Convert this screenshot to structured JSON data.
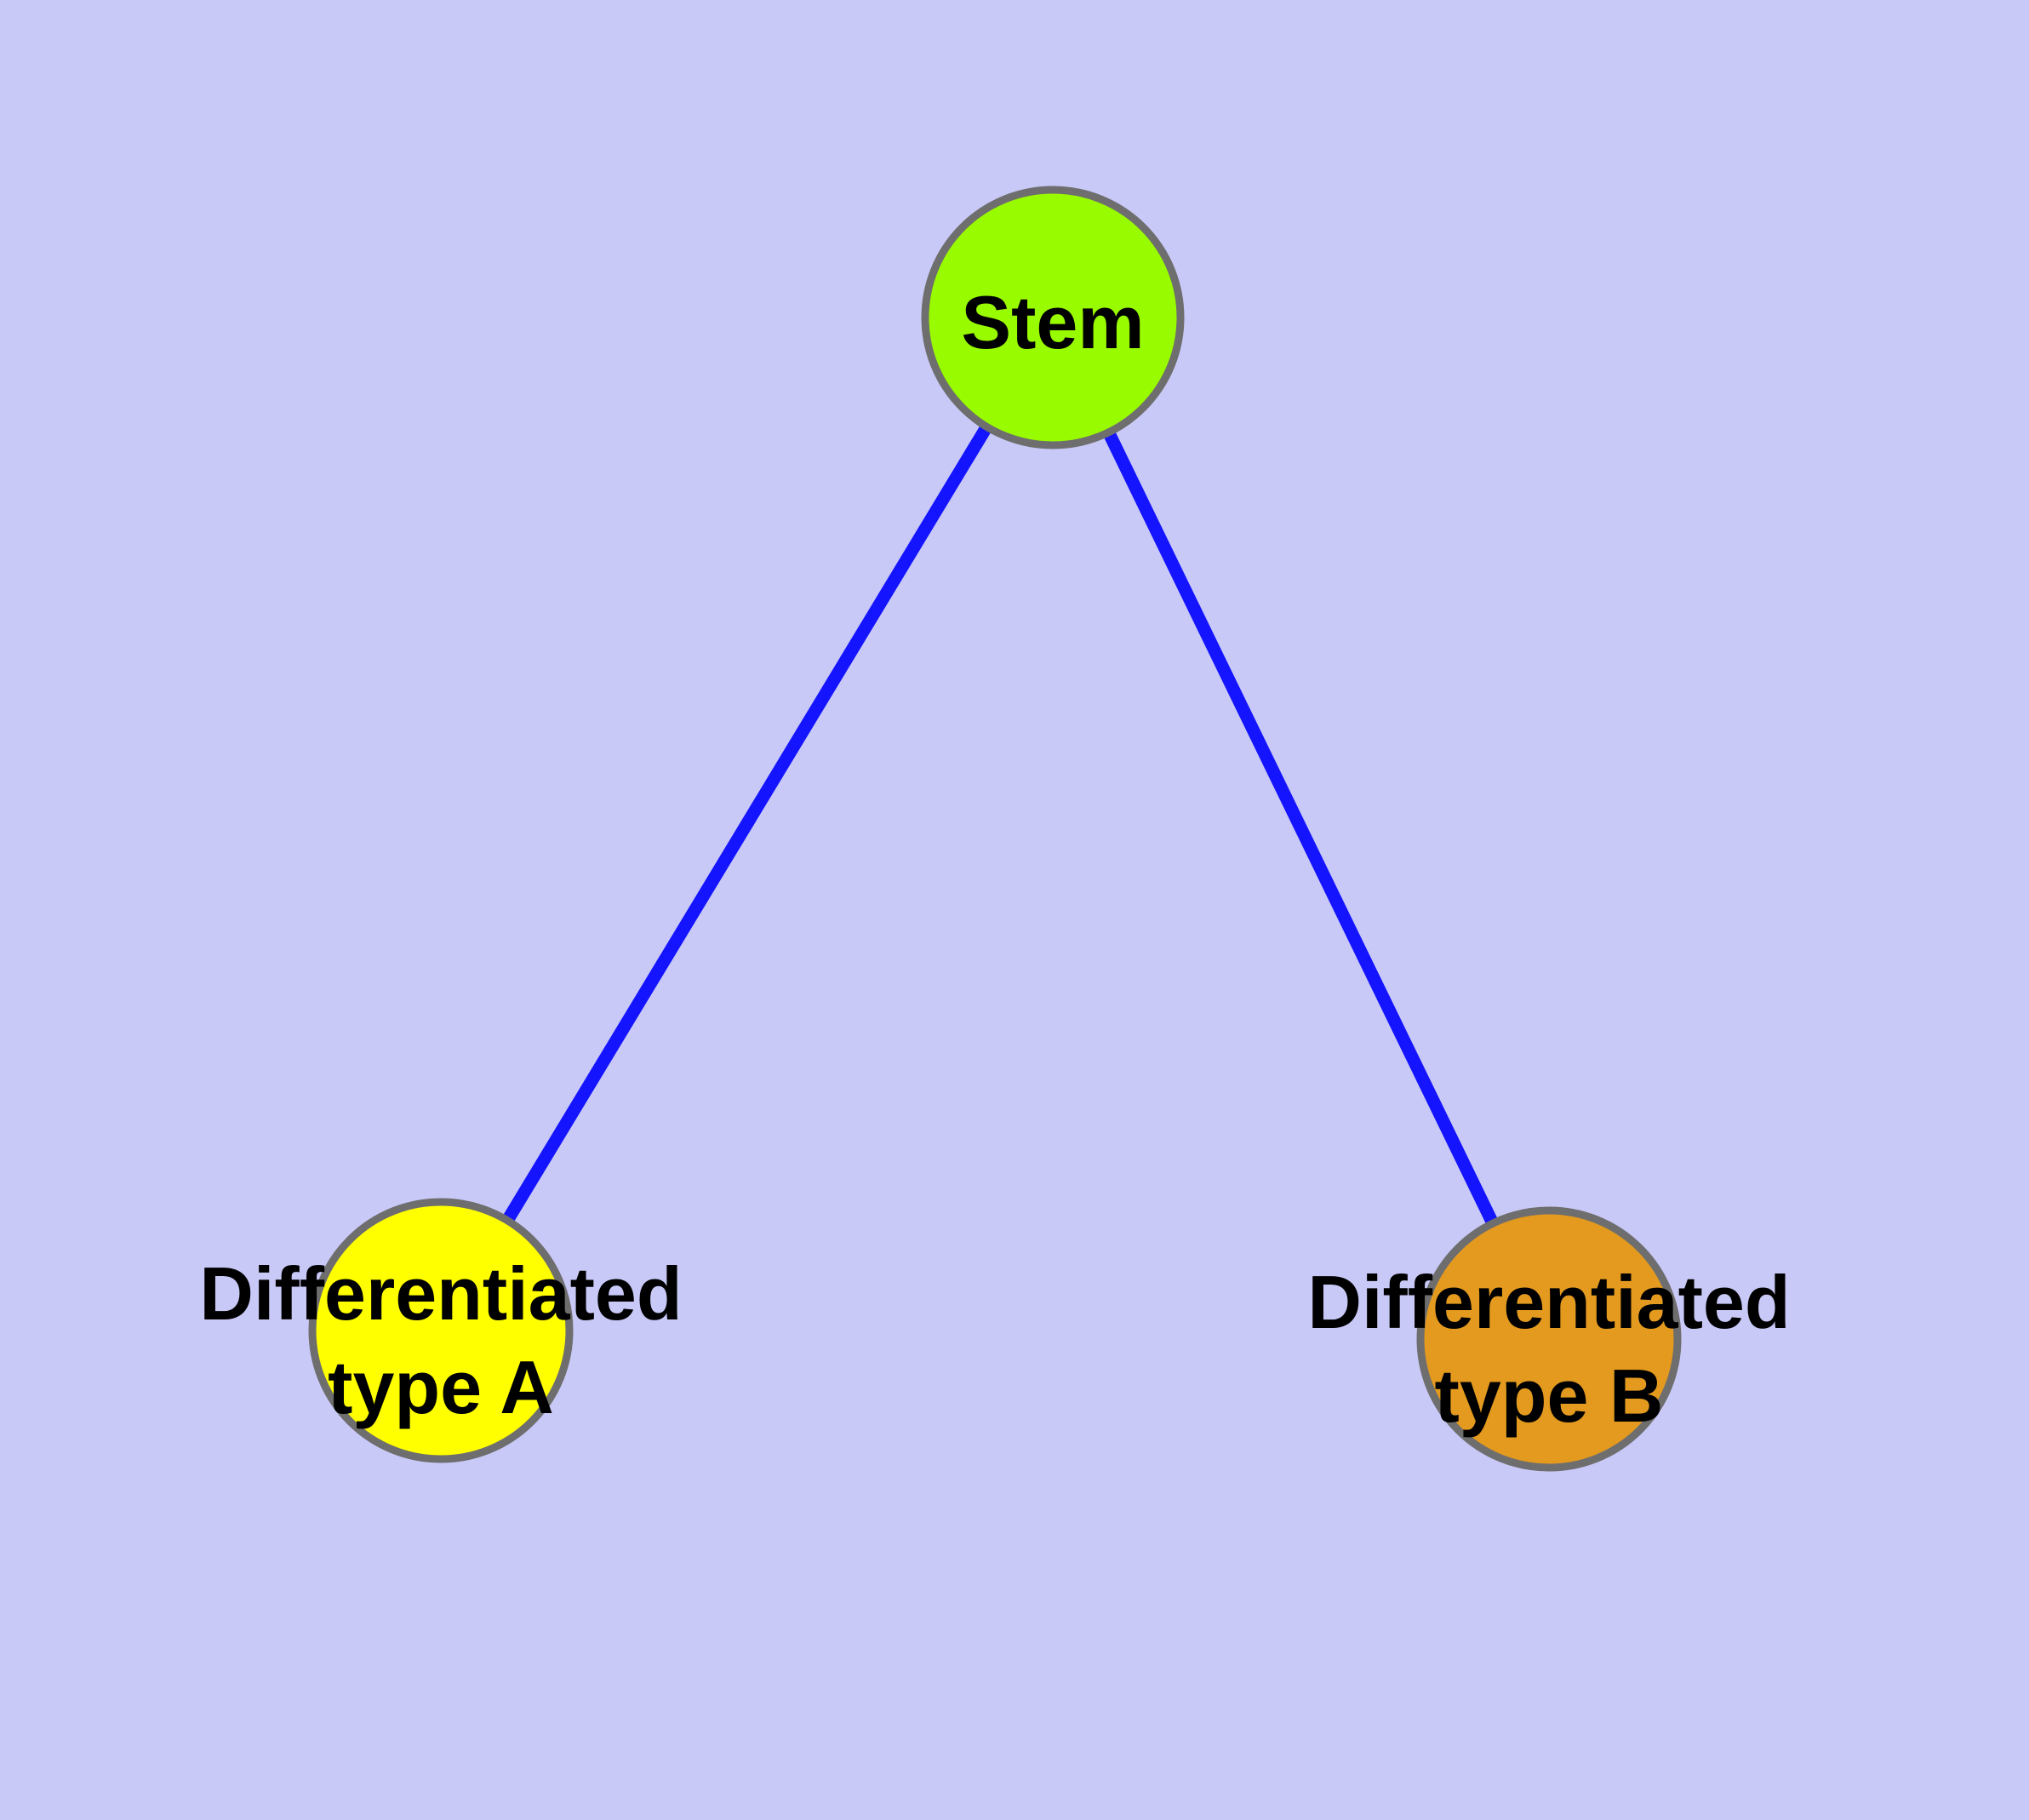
{
  "diagram": {
    "title": "Stem cell differentiation diagram",
    "background_color": "#C9C9F8",
    "edge_color": "#1414FF",
    "node_border_color": "#6E6E6E",
    "text_color": "#000000",
    "nodes": [
      {
        "id": "stem",
        "label": "Stem",
        "fill_color": "#99FB00"
      },
      {
        "id": "differentiated-type-a",
        "label_line1": "Differentiated",
        "label_line2": "type A",
        "fill_color": "#FFFF00"
      },
      {
        "id": "differentiated-type-b",
        "label_line1": "Differentiated",
        "label_line2": "type B",
        "fill_color": "#E39A1F"
      }
    ],
    "edges": [
      {
        "from": "stem",
        "to": "differentiated-type-a"
      },
      {
        "from": "stem",
        "to": "differentiated-type-b"
      }
    ]
  }
}
